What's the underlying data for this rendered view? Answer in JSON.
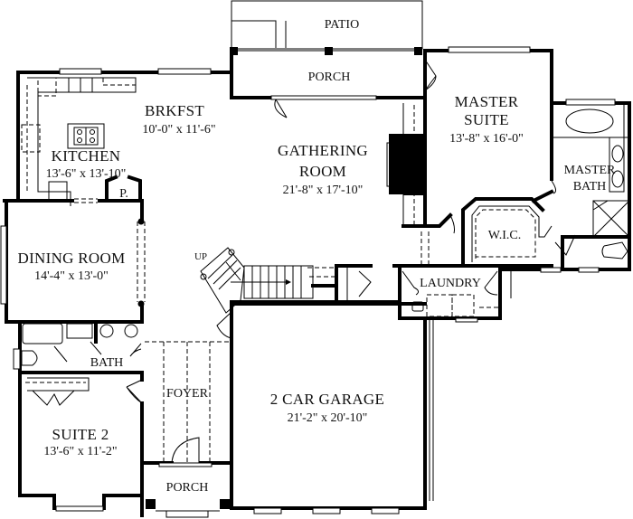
{
  "plan": {
    "type": "floor plan",
    "rooms": [
      {
        "id": "patio",
        "name": "PATIO",
        "size": ""
      },
      {
        "id": "rear_porch",
        "name": "PORCH",
        "size": ""
      },
      {
        "id": "master_suite",
        "name_line1": "MASTER",
        "name_line2": "SUITE",
        "size": "13'-8\" x 16'-0\""
      },
      {
        "id": "master_bath",
        "name_line1": "MASTER",
        "name_line2": "BATH",
        "size": ""
      },
      {
        "id": "brkfst",
        "name": "BRKFST",
        "size": "10'-0\" x 11'-6\""
      },
      {
        "id": "kitchen",
        "name": "KITCHEN",
        "size": "13'-6\" x 13'-10\""
      },
      {
        "id": "pantry",
        "name": "P.",
        "size": ""
      },
      {
        "id": "gathering_room",
        "name_line1": "GATHERING",
        "name_line2": "ROOM",
        "size": "21'-8\" x 17'-10\""
      },
      {
        "id": "wic",
        "name": "W.I.C.",
        "size": ""
      },
      {
        "id": "dining_room",
        "name": "DINING ROOM",
        "size": "14'-4\" x 13'-0\""
      },
      {
        "id": "stairs",
        "name": "UP",
        "size": ""
      },
      {
        "id": "laundry",
        "name": "LAUNDRY",
        "size": ""
      },
      {
        "id": "bath",
        "name": "BATH",
        "size": ""
      },
      {
        "id": "foyer",
        "name": "FOYER",
        "size": ""
      },
      {
        "id": "suite_2",
        "name": "SUITE 2",
        "size": "13'-6\" x 11'-2\""
      },
      {
        "id": "front_porch",
        "name": "PORCH",
        "size": ""
      },
      {
        "id": "garage",
        "name": "2 CAR GARAGE",
        "size": "21'-2\" x 20'-10\""
      }
    ]
  }
}
